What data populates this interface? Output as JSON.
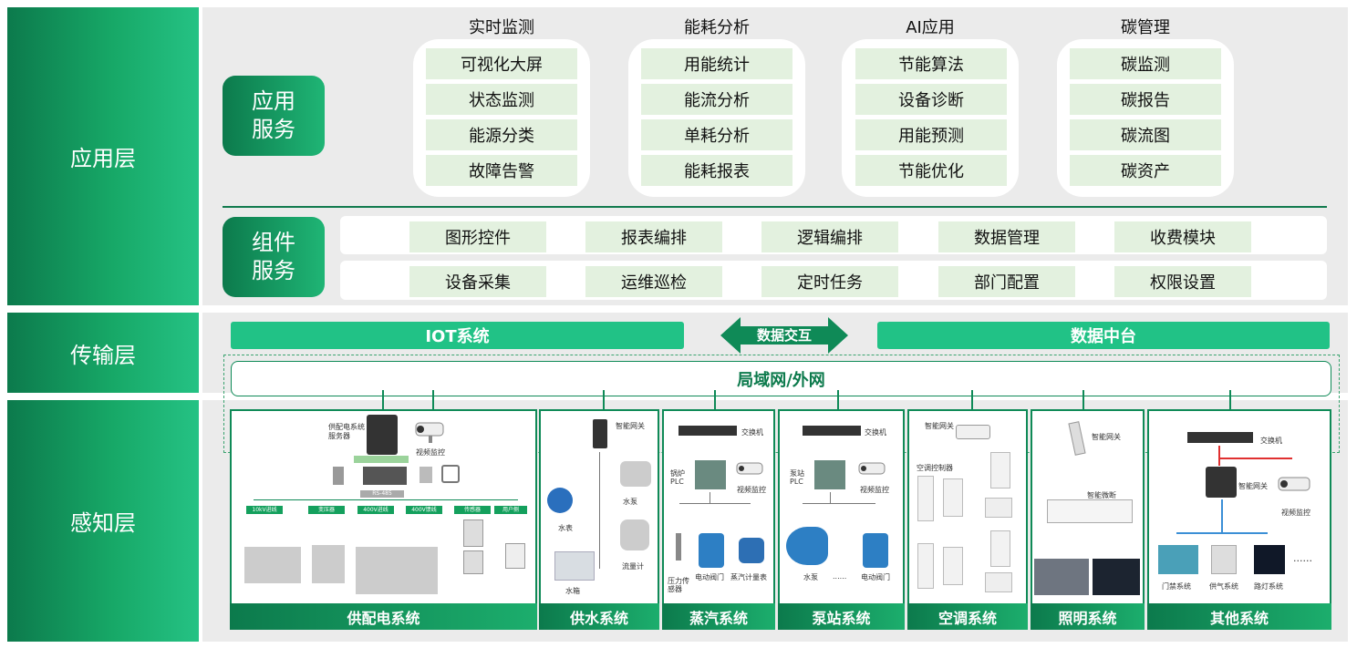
{
  "layers": {
    "application": "应用层",
    "transport": "传输层",
    "perception": "感知层"
  },
  "app_services": {
    "label_line1": "应用",
    "label_line2": "服务",
    "columns": [
      {
        "title": "实时监测",
        "items": [
          "可视化大屏",
          "状态监测",
          "能源分类",
          "故障告警"
        ]
      },
      {
        "title": "能耗分析",
        "items": [
          "用能统计",
          "能流分析",
          "单耗分析",
          "能耗报表"
        ]
      },
      {
        "title": "AI应用",
        "items": [
          "节能算法",
          "设备诊断",
          "用能预测",
          "节能优化"
        ]
      },
      {
        "title": "碳管理",
        "items": [
          "碳监测",
          "碳报告",
          "碳流图",
          "碳资产"
        ]
      }
    ]
  },
  "components": {
    "label_line1": "组件",
    "label_line2": "服务",
    "row1": [
      "图形控件",
      "报表编排",
      "逻辑编排",
      "数据管理",
      "收费模块"
    ],
    "row2": [
      "设备采集",
      "运维巡检",
      "定时任务",
      "部门配置",
      "权限设置"
    ]
  },
  "transport": {
    "iot": "IOT系统",
    "exchange": "数据交互",
    "datahub": "数据中台",
    "network": "局域网/外网"
  },
  "systems": {
    "power": {
      "title": "供配电系统",
      "server": "供配电系统服务器",
      "camera": "视频监控",
      "rs485": "RS-485",
      "sub": [
        "10kV进线",
        "变压器",
        "400V进线",
        "400V馈线",
        "传感器",
        "用户侧"
      ]
    },
    "water": {
      "title": "供水系统",
      "gateway": "智能网关",
      "pump": "水泵",
      "meter": "水表",
      "flow": "流量计",
      "tank": "水箱"
    },
    "steam": {
      "title": "蒸汽系统",
      "switch": "交换机",
      "plc": "锅炉PLC",
      "camera": "视频监控",
      "sensor": "压力传感器",
      "valve": "电动阀门",
      "steam_meter": "蒸汽计量表"
    },
    "pump_station": {
      "title": "泵站系统",
      "switch": "交换机",
      "plc": "泵站PLC",
      "camera": "视频监控",
      "pump": "水泵",
      "ellipsis": "......",
      "valve": "电动阀门"
    },
    "hvac": {
      "title": "空调系统",
      "gateway": "智能网关",
      "controller": "空调控制器"
    },
    "lighting": {
      "title": "照明系统",
      "gateway": "智能网关",
      "breaker": "智能微断"
    },
    "other": {
      "title": "其他系统",
      "switch": "交换机",
      "gateway": "智能网关",
      "camera": "视频监控",
      "access": "门禁系统",
      "gas": "供气系统",
      "street": "路灯系统",
      "ellipsis": "......"
    }
  },
  "colors": {
    "primary": "#21c286",
    "dark": "#0c7a4c",
    "pill": "#e3f1df",
    "band": "#ebebeb"
  }
}
